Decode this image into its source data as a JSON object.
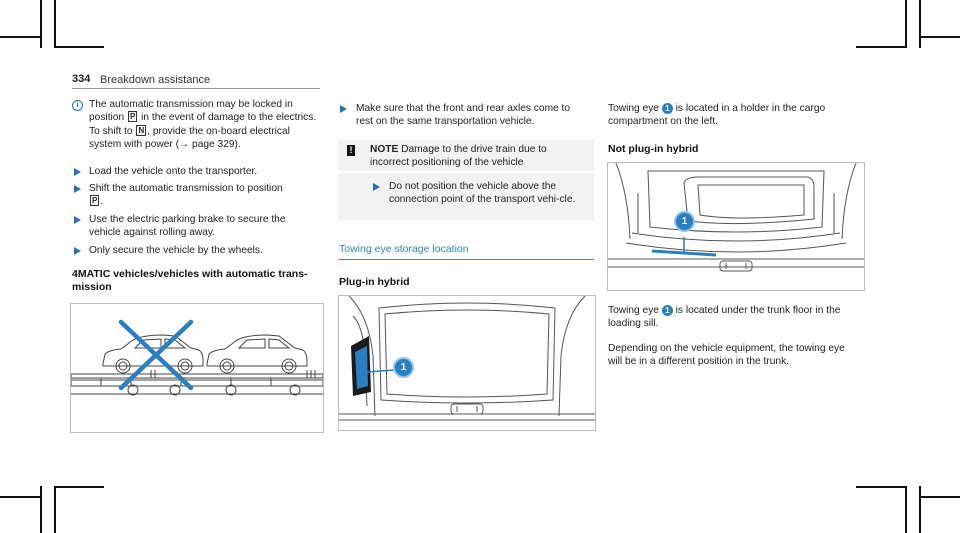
{
  "header": {
    "page_number": "334",
    "section_title": "Breakdown assistance"
  },
  "col1": {
    "info_note": {
      "prefix": "The automatic transmission may be locked in position",
      "sym_p": "P",
      "mid": "in the event of damage to the electrics. To shift to",
      "sym_n": "N",
      "suffix": ", provide the on-board electrical system with power (",
      "ref": "→ page 329)."
    },
    "steps": [
      "Load the vehicle onto the transporter.",
      "Shift the automatic transmission to position",
      "Use the electric parking brake to secure the vehicle against rolling away.",
      "Only secure the vehicle by the wheels."
    ],
    "step2_sym": "P",
    "heading_line1": "4MATIC vehicles/vehicles with automatic trans-",
    "heading_line2": "mission"
  },
  "col2": {
    "step": "Make sure that the front and rear axles come to rest on the same transportation vehicle.",
    "note": {
      "icon": "!",
      "title": "NOTE",
      "title_rest": "Damage to the drive train due to incorrect positioning of the vehicle",
      "step": "Do not position the vehicle above the connection point of the transport vehi-cle."
    },
    "section_heading": "Towing eye storage location",
    "sub_heading": "Plug-in hybrid",
    "figure_badge": "1"
  },
  "col3": {
    "para1_a": "Towing eye",
    "para1_badge": "1",
    "para1_b": "is located in a holder in the cargo compartment on the left.",
    "sub_heading": "Not plug-in hybrid",
    "figure_badge": "1",
    "para2_a": "Towing eye",
    "para2_badge": "1",
    "para2_b": "is located under the trunk floor in the loading sill.",
    "para3": "Depending on the vehicle equipment, the towing eye will be in a different position in the trunk."
  },
  "colors": {
    "accent_blue": "#2a7fc0",
    "heading_blue": "#2a8ac0",
    "arrow_blue": "#2a6fb0"
  }
}
